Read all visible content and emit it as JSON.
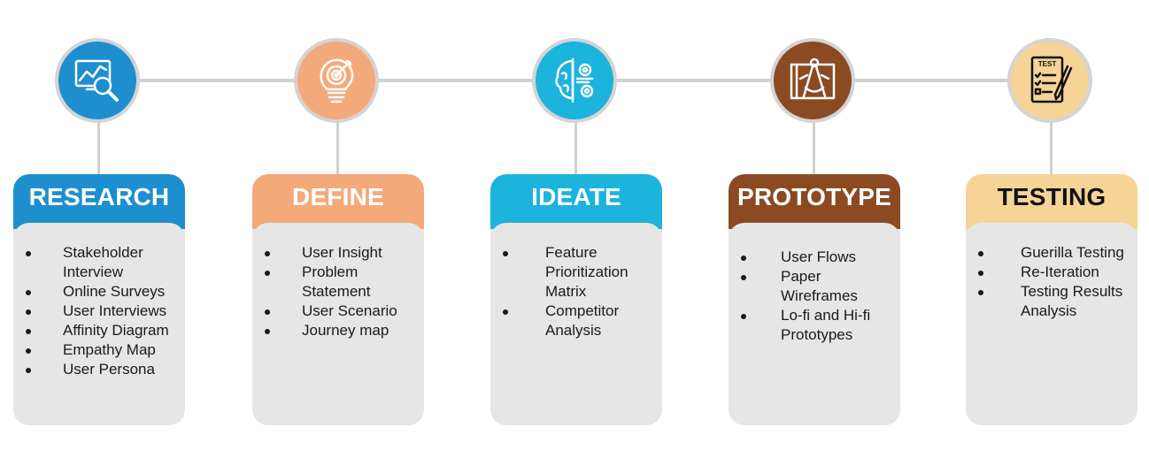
{
  "stages": [
    {
      "title": "RESEARCH",
      "icon": "magnifier-chart-icon",
      "color": "#1e8fce",
      "title_color": "#ffffff",
      "items": [
        "Stakeholder Interview",
        "Online Surveys",
        "User Interviews",
        "Affinity Diagram",
        "Empathy Map",
        "User Persona"
      ]
    },
    {
      "title": "DEFINE",
      "icon": "lightbulb-target-icon",
      "color": "#f3a97a",
      "title_color": "#ffffff",
      "items": [
        "User Insight",
        "Problem Statement",
        "User Scenario",
        "Journey map"
      ]
    },
    {
      "title": "IDEATE",
      "icon": "brain-gears-icon",
      "color": "#1cb3dc",
      "title_color": "#ffffff",
      "items": [
        "Feature Prioritization Matrix",
        "Competitor Analysis"
      ]
    },
    {
      "title": "PROTOTYPE",
      "icon": "blueprint-compass-icon",
      "color": "#8b4a22",
      "title_color": "#ffffff",
      "items": [
        "User Flows",
        "Paper Wireframes",
        "Lo-fi and Hi-fi Prototypes"
      ]
    },
    {
      "title": "TESTING",
      "icon": "test-checklist-icon",
      "color": "#f6d497",
      "title_color": "#111111",
      "icon_label": "TEST",
      "items": [
        "Guerilla Testing",
        "Re-Iteration",
        "Testing Results Analysis"
      ]
    }
  ]
}
